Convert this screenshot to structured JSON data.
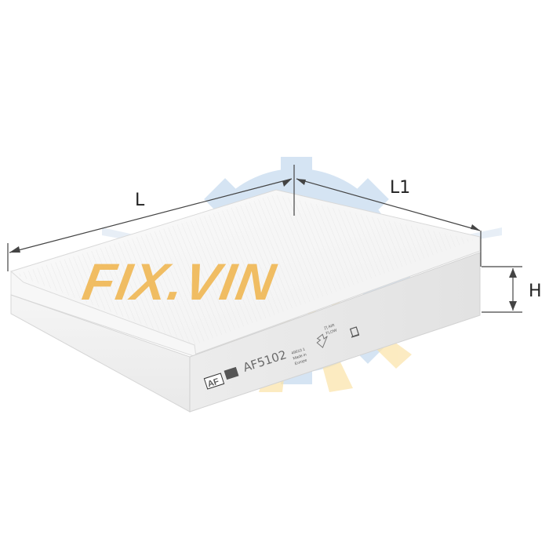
{
  "dimensions": {
    "length_label": "L",
    "width_label": "L1",
    "height_label": "H"
  },
  "watermark": {
    "text": "FIX.VIN",
    "colors": {
      "text": "#f0b44a",
      "gear": "#c7dcef",
      "rays": "#fbe3a8"
    }
  },
  "filter": {
    "brand_logo": "AF",
    "model": "AF5102",
    "print_lines": [
      "49610 1",
      "Made in",
      "Europe"
    ],
    "flow_lines": [
      "∏ AIR",
      "FLOW"
    ]
  }
}
